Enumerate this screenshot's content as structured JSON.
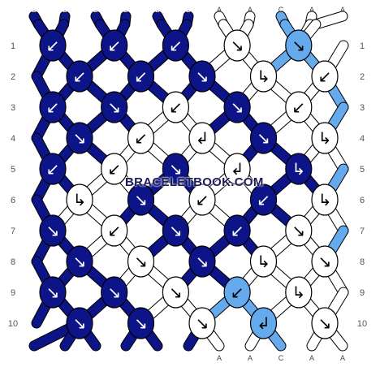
{
  "colors": {
    "B": "#0d1487",
    "A": "#ffffff",
    "C": "#66aaee",
    "outline": "#000000"
  },
  "strings_top": [
    "B",
    "B",
    "B",
    "B",
    "B",
    "B",
    "A",
    "A",
    "C",
    "A",
    "A"
  ],
  "strings_bottom": [
    "B",
    "B",
    "B",
    "B",
    "B",
    "B",
    "A",
    "A",
    "C",
    "A",
    "A"
  ],
  "row_numbers": [
    "1",
    "2",
    "3",
    "4",
    "5",
    "6",
    "7",
    "8",
    "9",
    "10"
  ],
  "knots": [
    [
      {
        "c": "B",
        "d": "↙"
      },
      {
        "c": "B",
        "d": "↙"
      },
      {
        "c": "B",
        "d": "↙"
      },
      {
        "c": "A",
        "d": "↘"
      },
      {
        "c": "C",
        "d": "↘"
      }
    ],
    [
      {
        "c": "B",
        "d": "↙"
      },
      {
        "c": "B",
        "d": "↙"
      },
      {
        "c": "B",
        "d": "↘"
      },
      {
        "c": "A",
        "d": "↳"
      },
      {
        "c": "A",
        "d": "↙"
      }
    ],
    [
      {
        "c": "B",
        "d": "↙"
      },
      {
        "c": "B",
        "d": "↘"
      },
      {
        "c": "A",
        "d": "↙"
      },
      {
        "c": "B",
        "d": "↘"
      },
      {
        "c": "A",
        "d": "↙"
      }
    ],
    [
      {
        "c": "B",
        "d": "↘"
      },
      {
        "c": "A",
        "d": "↙"
      },
      {
        "c": "A",
        "d": "↲"
      },
      {
        "c": "B",
        "d": "↘"
      },
      {
        "c": "A",
        "d": "↳"
      }
    ],
    [
      {
        "c": "B",
        "d": "↙"
      },
      {
        "c": "A",
        "d": "↙"
      },
      {
        "c": "B",
        "d": "↘"
      },
      {
        "c": "A",
        "d": "↲"
      },
      {
        "c": "B",
        "d": "↳"
      }
    ],
    [
      {
        "c": "A",
        "d": "↳"
      },
      {
        "c": "B",
        "d": "↘"
      },
      {
        "c": "A",
        "d": "↙"
      },
      {
        "c": "B",
        "d": "↙"
      },
      {
        "c": "A",
        "d": "↳"
      }
    ],
    [
      {
        "c": "B",
        "d": "↘"
      },
      {
        "c": "A",
        "d": "↙"
      },
      {
        "c": "B",
        "d": "↘"
      },
      {
        "c": "B",
        "d": "↙"
      },
      {
        "c": "A",
        "d": "↘"
      }
    ],
    [
      {
        "c": "B",
        "d": "↘"
      },
      {
        "c": "A",
        "d": "↘"
      },
      {
        "c": "B",
        "d": "↘"
      },
      {
        "c": "A",
        "d": "↳"
      },
      {
        "c": "A",
        "d": "↘"
      }
    ],
    [
      {
        "c": "B",
        "d": "↘"
      },
      {
        "c": "B",
        "d": "↘"
      },
      {
        "c": "A",
        "d": "↘"
      },
      {
        "c": "C",
        "d": "↙"
      },
      {
        "c": "A",
        "d": "↳"
      }
    ],
    [
      {
        "c": "B",
        "d": "↘"
      },
      {
        "c": "B",
        "d": "↘"
      },
      {
        "c": "A",
        "d": "↘"
      },
      {
        "c": "C",
        "d": "↲"
      },
      {
        "c": "A",
        "d": "↘"
      }
    ]
  ],
  "watermark": "BRACELETBOOK.COM"
}
